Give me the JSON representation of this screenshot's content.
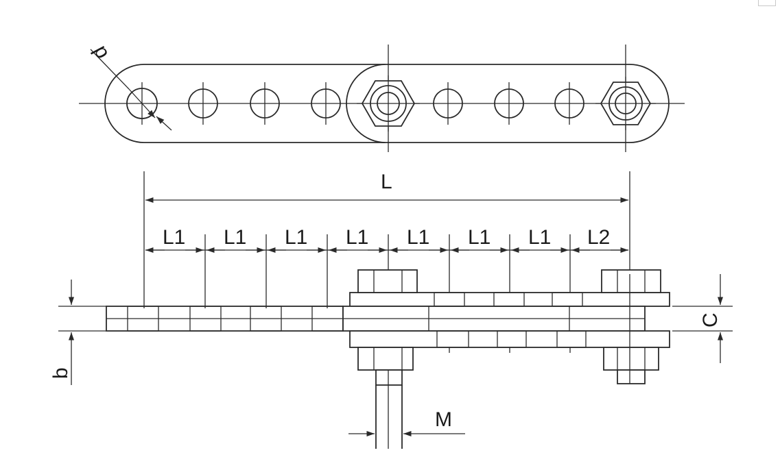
{
  "labels": {
    "d": "d",
    "L": "L",
    "L1": "L1",
    "L2": "L2",
    "C": "C",
    "b": "b",
    "M": "M"
  },
  "colors": {
    "line": "#2a2a2a",
    "background": "#ffffff"
  }
}
